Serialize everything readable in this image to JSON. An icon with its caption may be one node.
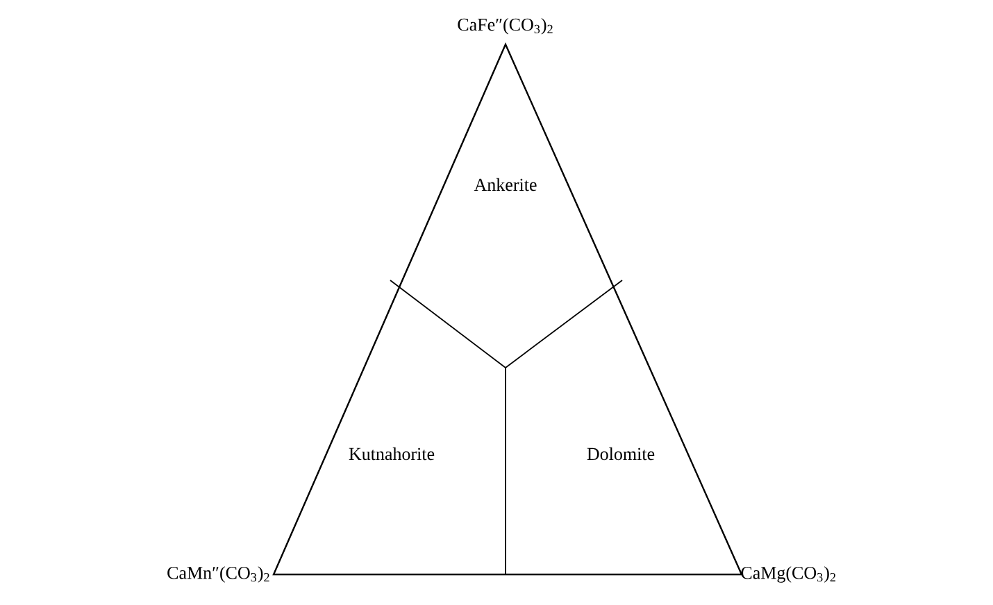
{
  "diagram": {
    "labels": [
      "CaFe″(CO$_{3}$)$_{2}$",
      "Ankerite",
      "Kutnahorite",
      "Dolomite",
      "CaMn″(CO$_{3}$)$_{2}$",
      "CaMg(CO$_{3}$)$_{2}$"
    ]
  }
}
